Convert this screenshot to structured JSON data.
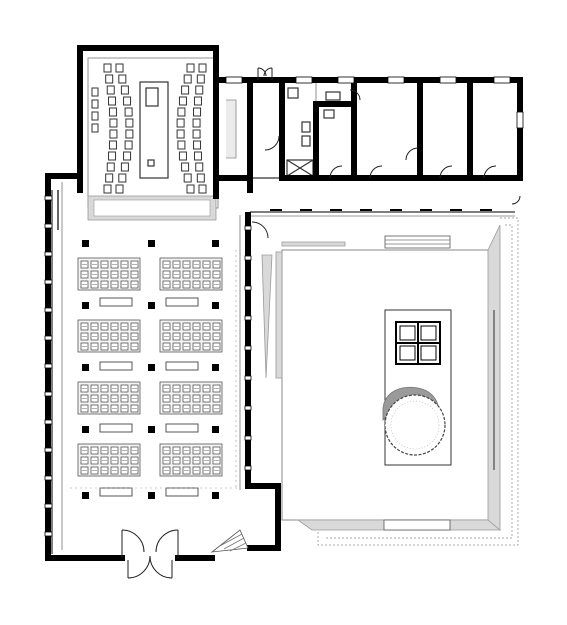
{
  "drawing": {
    "kind": "architectural-floor-plan",
    "colors": {
      "wall": "#000000",
      "line": "#333333",
      "fill_gray": "#d9d9d9",
      "fill_dark_gray": "#bdbdbd",
      "background": "#ffffff"
    },
    "counts": {
      "table_groups": 8,
      "table_columns_per_row": 2,
      "table_rows": 4,
      "floor_columns_per_side": 5,
      "skylight_panes": 4
    }
  }
}
